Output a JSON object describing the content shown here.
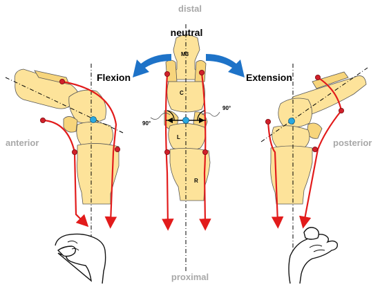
{
  "labels": {
    "distal": "distal",
    "proximal": "proximal",
    "anterior": "anterior",
    "posterior": "posterior",
    "neutral": "neutral",
    "flexion": "Flexion",
    "extension": "Extension"
  },
  "bones": {
    "m3": "M3",
    "c": "C",
    "l": "L",
    "r": "R"
  },
  "angles": {
    "left": "90°",
    "right": "90°"
  },
  "colors": {
    "arrow": "#1e73c8",
    "ligament": "#e21b1b",
    "bone": "#fde39a",
    "center": "#2aa8e0",
    "direction_text": "#a8a8a8"
  }
}
